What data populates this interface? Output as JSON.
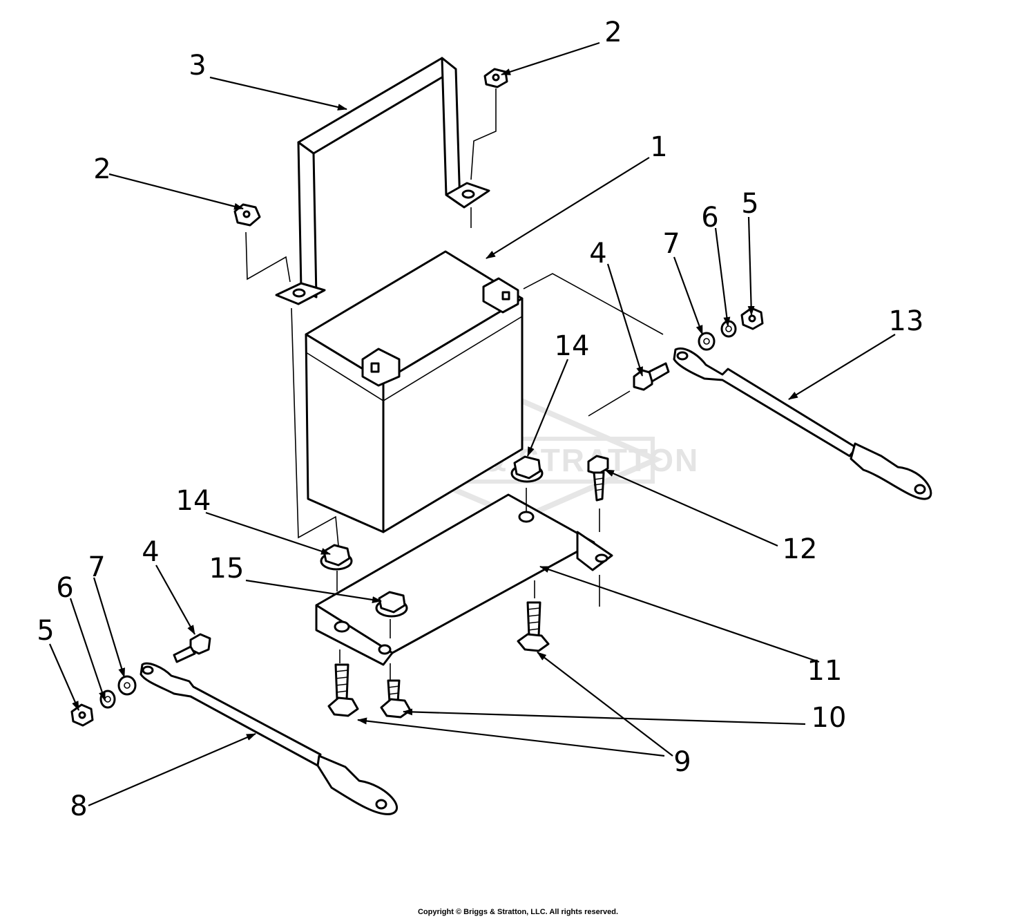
{
  "watermark": "BRIGGS & STRATTON",
  "copyright": "Copyright © Briggs & Stratton, LLC. All rights reserved.",
  "callouts": [
    {
      "id": "c1",
      "label": "1"
    },
    {
      "id": "c2a",
      "label": "2"
    },
    {
      "id": "c2b",
      "label": "2"
    },
    {
      "id": "c3",
      "label": "3"
    },
    {
      "id": "c4a",
      "label": "4"
    },
    {
      "id": "c4b",
      "label": "4"
    },
    {
      "id": "c5a",
      "label": "5"
    },
    {
      "id": "c5b",
      "label": "5"
    },
    {
      "id": "c6a",
      "label": "6"
    },
    {
      "id": "c6b",
      "label": "6"
    },
    {
      "id": "c7a",
      "label": "7"
    },
    {
      "id": "c7b",
      "label": "7"
    },
    {
      "id": "c8",
      "label": "8"
    },
    {
      "id": "c9",
      "label": "9"
    },
    {
      "id": "c10",
      "label": "10"
    },
    {
      "id": "c11",
      "label": "11"
    },
    {
      "id": "c12",
      "label": "12"
    },
    {
      "id": "c13",
      "label": "13"
    },
    {
      "id": "c14a",
      "label": "14"
    },
    {
      "id": "c14b",
      "label": "14"
    },
    {
      "id": "c15",
      "label": "15"
    }
  ]
}
